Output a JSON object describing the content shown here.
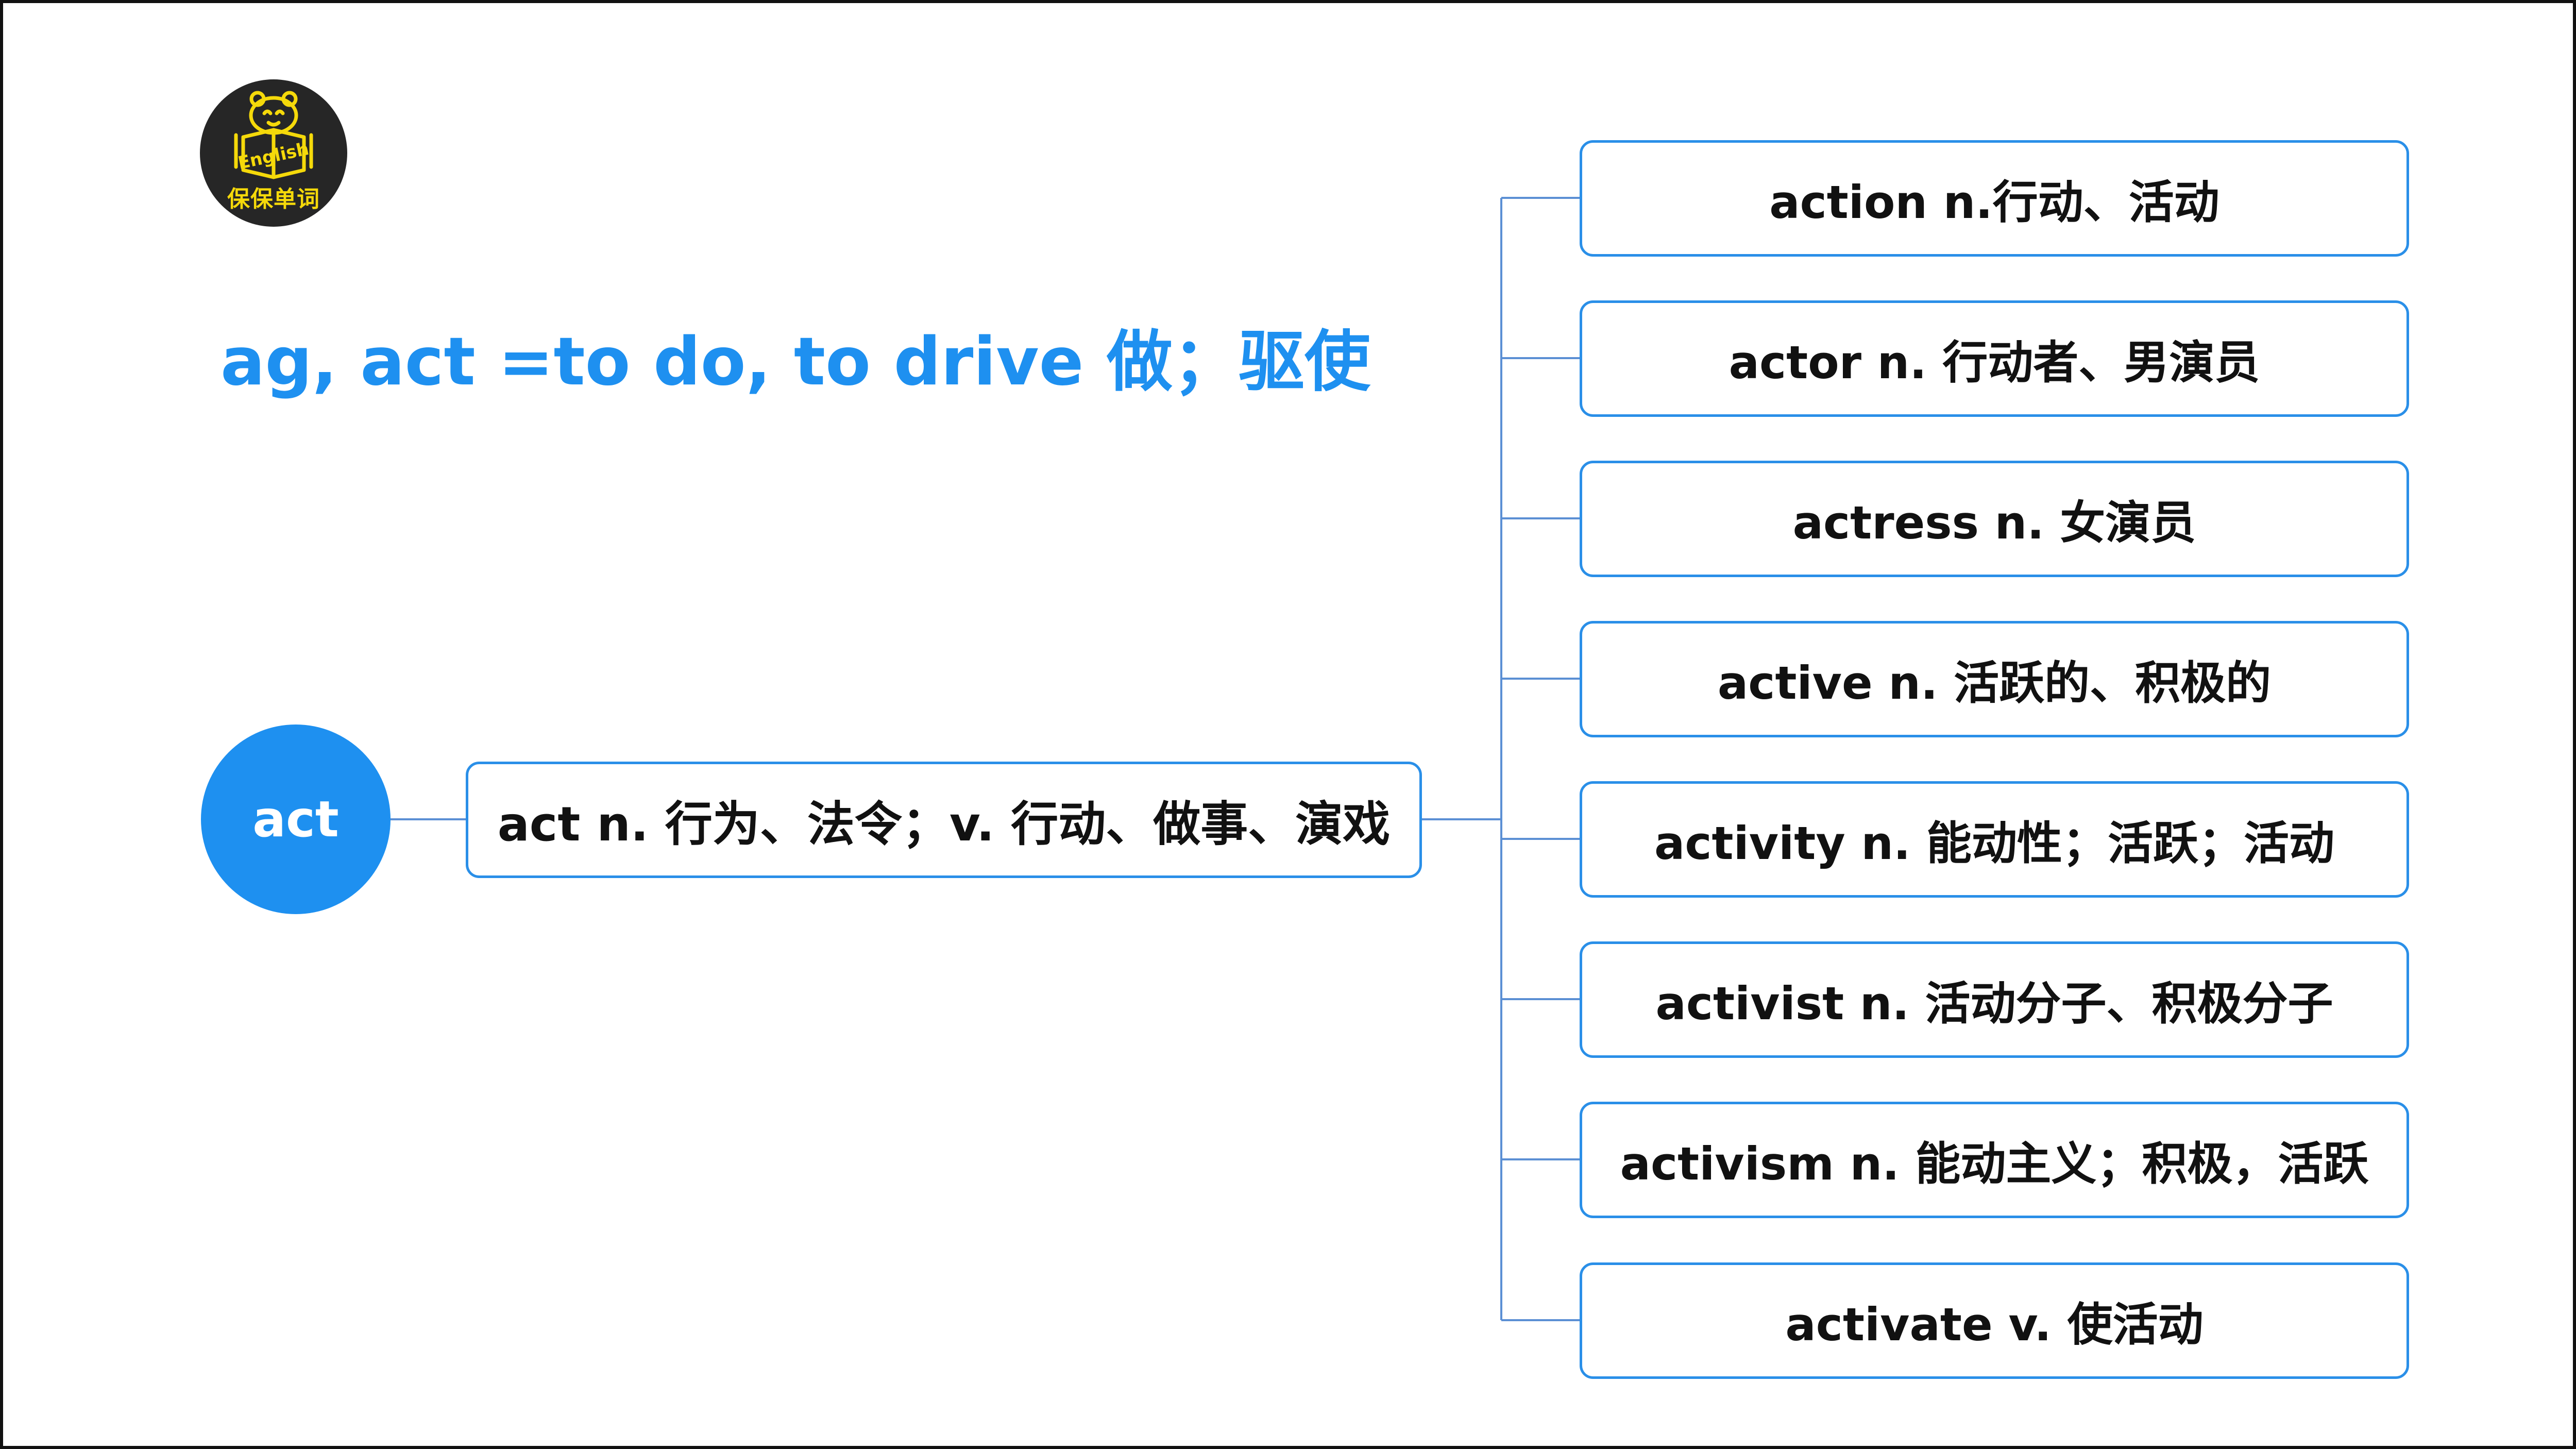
{
  "logo": {
    "text": "保保单词",
    "badge": "English",
    "icon": "panda-reading-icon"
  },
  "title": "ag, act  =to do, to drive 做；驱使",
  "root": {
    "label": "act"
  },
  "main": {
    "label": "act n. 行为、法令；v. 行动、做事、演戏"
  },
  "children": [
    {
      "label": "action n.行动、活动"
    },
    {
      "label": "actor n. 行动者、男演员"
    },
    {
      "label": "actress n. 女演员"
    },
    {
      "label": "active n. 活跃的、积极的"
    },
    {
      "label": "activity n. 能动性；活跃；活动"
    },
    {
      "label": "activist n. 活动分子、积极分子"
    },
    {
      "label": "activism n. 能动主义；积极，活跃"
    },
    {
      "label": "activate v. 使活动"
    }
  ],
  "colors": {
    "accent": "#1e90f0",
    "border": "#2a8fe8",
    "connector": "#5b8fd4",
    "logo_bg": "#262626",
    "logo_fg": "#f5d90a"
  }
}
